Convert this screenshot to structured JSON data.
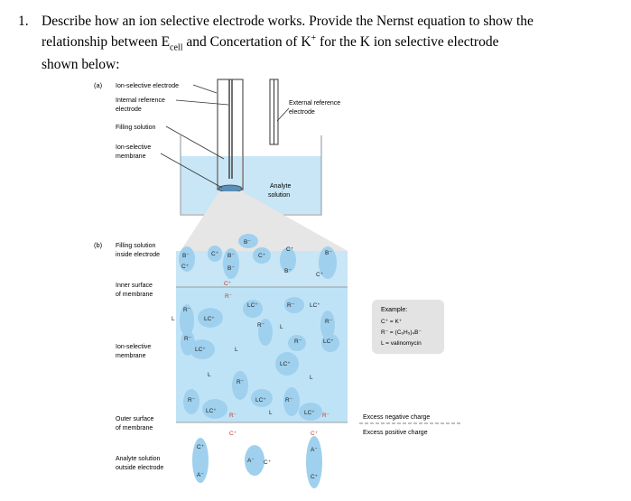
{
  "question": {
    "number": "1.",
    "line1": "Describe how an ion selective electrode works.  Provide the Nernst equation  to show the",
    "line2a": "relationship between E",
    "line2_sub": "cell",
    "line2b": " and  Concertation of  K",
    "line2_sup": "+",
    "line2c": "  for the K ion selective electrode",
    "line3": "shown below:"
  },
  "figure": {
    "part_a": {
      "tag": "(a)",
      "ise_label": "Ion-selective electrode",
      "internal_ref_label": [
        "Internal reference",
        "electrode"
      ],
      "filling_label": "Filling solution",
      "membrane_label": [
        "Ion-selective",
        "membrane"
      ],
      "external_ref_label": [
        "External reference",
        "electrode"
      ],
      "analyte_label": [
        "Analyte",
        "solution"
      ]
    },
    "part_b": {
      "tag": "(b)",
      "filling_label": [
        "Filling solution",
        "inside electrode"
      ],
      "inner_surface_label": [
        "Inner surface",
        "of membrane"
      ],
      "membrane_label": [
        "Ion-selective",
        "membrane"
      ],
      "outer_surface_label": [
        "Outer surface",
        "of membrane"
      ],
      "analyte_label": [
        "Analyte solution",
        "outside electrode"
      ],
      "negative_charge": "Excess negative charge",
      "positive_charge": "Excess positive charge"
    },
    "example_box": {
      "title": "Example:",
      "line1": "C⁺ = K⁺",
      "line2": "R⁻ = (C₆H₅)₄B⁻",
      "line3": "L = valinomycin"
    },
    "species": {
      "cation": "C⁺",
      "anion_b": "B⁻",
      "anion_a": "A⁻",
      "anion_r": "R⁻",
      "ligand": "L",
      "complex": "LC⁺"
    },
    "colors": {
      "solution": "#c8e6f5",
      "membrane": "#bfe3f6",
      "blob": "#9fd0ee",
      "accent_red": "#c0392b"
    }
  }
}
